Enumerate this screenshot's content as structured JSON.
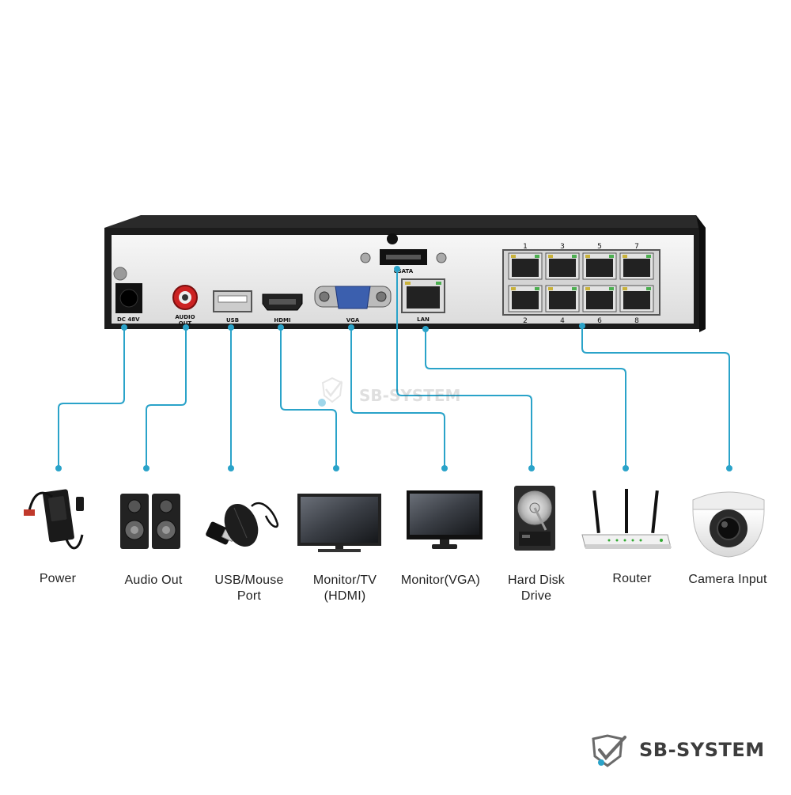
{
  "nvr": {
    "ports": {
      "dc": "DC  48V",
      "audio": [
        "AUDIO",
        "OUT"
      ],
      "usb": "USB",
      "hdmi": "HDMI",
      "vga": "VGA",
      "esata": "eSATA",
      "lan": "LAN",
      "poe_top": [
        "1",
        "3",
        "5",
        "7"
      ],
      "poe_bottom": [
        "2",
        "4",
        "6",
        "8"
      ]
    }
  },
  "devices": [
    {
      "id": "power",
      "label": "Power"
    },
    {
      "id": "audio",
      "label": "Audio Out"
    },
    {
      "id": "usb",
      "label": "USB/Mouse\nPort"
    },
    {
      "id": "hdmi",
      "label": "Monitor/TV\n(HDMI)"
    },
    {
      "id": "vga",
      "label": "Monitor(VGA)"
    },
    {
      "id": "hdd",
      "label": "Hard Disk\nDrive"
    },
    {
      "id": "router",
      "label": "Router"
    },
    {
      "id": "camera",
      "label": "Camera Input"
    }
  ],
  "brand": {
    "name": "SB-SYSTEM"
  },
  "watermark": {
    "text": "SB-SYSTEM"
  },
  "colors": {
    "connector": "#2aa3c9",
    "chassis": "#1c1c1c",
    "panel": "#ececec"
  }
}
